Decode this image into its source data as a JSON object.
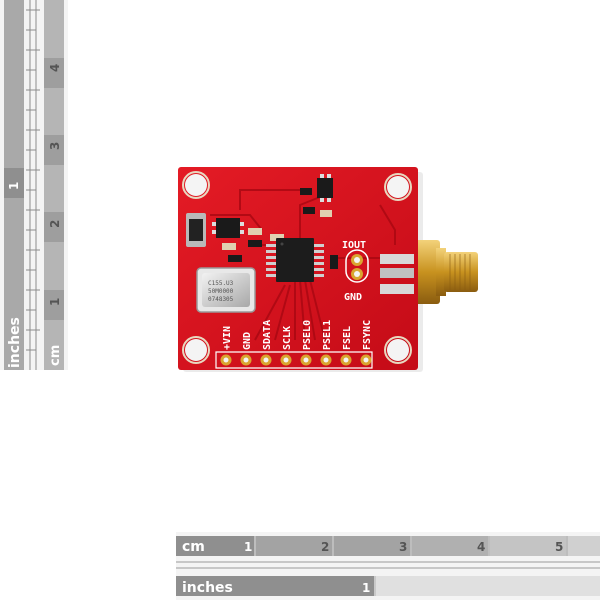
{
  "rulers": {
    "left": {
      "inch_label": "inches",
      "cm_label": "cm",
      "inch_marks": [
        "1"
      ],
      "cm_marks": [
        "1",
        "2",
        "3",
        "4"
      ]
    },
    "bottom": {
      "cm_label": "cm",
      "inch_label": "inches",
      "cm_marks": [
        "1",
        "2",
        "3",
        "4",
        "5"
      ],
      "inch_marks": [
        "1"
      ]
    }
  },
  "board": {
    "pin_labels": [
      "+VIN",
      "GND",
      "SDATA",
      "SCLK",
      "PSEL0",
      "PSEL1",
      "FSEL",
      "FSYNC"
    ],
    "io_labels": {
      "top": "IOUT",
      "bottom": "GND"
    },
    "crystal_text": [
      "C155.U3",
      "50M0000",
      "0748305"
    ],
    "colors": {
      "pcb": "#d8101c",
      "silkscreen": "#ffffff",
      "gold": "#d9a530",
      "chip": "#1a1a1a"
    }
  }
}
